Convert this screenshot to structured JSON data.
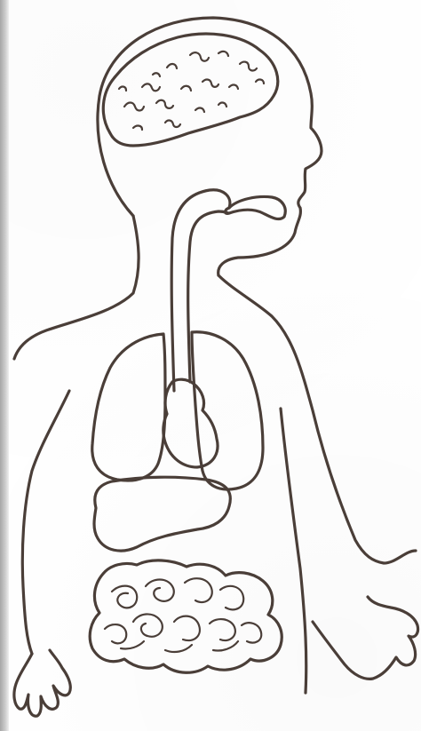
{
  "image": {
    "kind": "line-drawing",
    "subject": "human-body-internal-organs",
    "labels": []
  },
  "organs": [
    "brain",
    "esophagus",
    "mouth",
    "lungs",
    "heart",
    "stomach",
    "intestines"
  ],
  "colors": {
    "ink": "#4a3e38",
    "paper": "#ffffff",
    "binding": "#b5b5b5"
  }
}
